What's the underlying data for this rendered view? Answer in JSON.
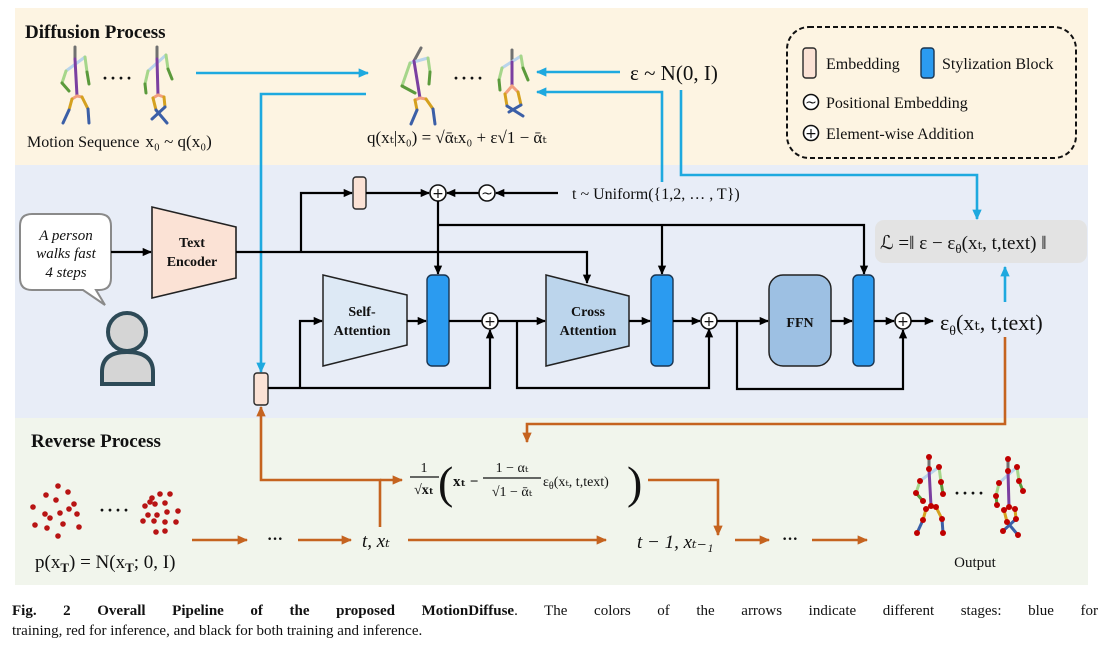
{
  "colors": {
    "training": "#1ea9df",
    "inference": "#c5631f",
    "both": "#000000",
    "embedding": "#fbe2d5",
    "stylization_block": "#2b9bf0"
  },
  "diffusion": {
    "title": "Diffusion Process",
    "motion_sequence_label": "Motion Sequence",
    "motion_sequence_formula": "x₀ ~ q(x₀)",
    "sequence_ellipsis": "····",
    "forward_formula": "q(xₜ|x₀) = √ᾱₜx₀ + ε√1 − ᾱₜ",
    "noise_formula": "ε ~ N(0, I)"
  },
  "legend": {
    "embedding": "Embedding",
    "stylization_block": "Stylization Block",
    "positional_embedding": "Positional Embedding",
    "positional_symbol": "~",
    "element_wise_addition": "Element-wise Addition",
    "addition_symbol": "+"
  },
  "network": {
    "prompt": [
      "A person",
      "walks fast",
      "4 steps"
    ],
    "text_encoder": [
      "Text",
      "Encoder"
    ],
    "timestep_formula": "t ~ Uniform({1,2, … , T})",
    "self_attention": [
      "Self-",
      "Attention"
    ],
    "cross_attention": [
      "Cross",
      "Attention"
    ],
    "ffn": "FFN",
    "plus_symbol": "+",
    "tilde_symbol": "~",
    "output_formula": {
      "symbol": "ε",
      "sub": "θ",
      "args": "(xₜ, t,text)"
    },
    "loss_formula": {
      "lhs": "ℒ =‖ ε − ε",
      "sub": "θ",
      "rhs": "(xₜ, t,text) ‖"
    }
  },
  "reverse": {
    "title": "Reverse Process",
    "prior_formula": [
      "p(x",
      "T",
      ") = N(x",
      "T",
      "; 0, I)"
    ],
    "ellipsis": "···",
    "sequence_ellipsis": "····",
    "state_t": "t, xₜ",
    "state_t_minus_1": "t − 1, xₜ₋₁",
    "update_formula": {
      "coef_numerator": "1",
      "coef_denominator": "√xₜ",
      "open_paren": "(",
      "term": "xₜ −",
      "frac_numerator": "1 − αₜ",
      "frac_denominator": "√1 − ᾱₜ",
      "eps_symbol": "ε",
      "eps_sub": "θ",
      "eps_args": "(xₜ, t,text)",
      "close_paren": ")"
    },
    "output_label": "Output"
  },
  "caption": {
    "label": "Fig. 2",
    "title": "Overall Pipeline of the proposed MotionDiffuse",
    "line1_rest": ". The colors of the arrows indicate different stages: blue for",
    "line2": "training, red for inference, and black for both training and inference."
  }
}
